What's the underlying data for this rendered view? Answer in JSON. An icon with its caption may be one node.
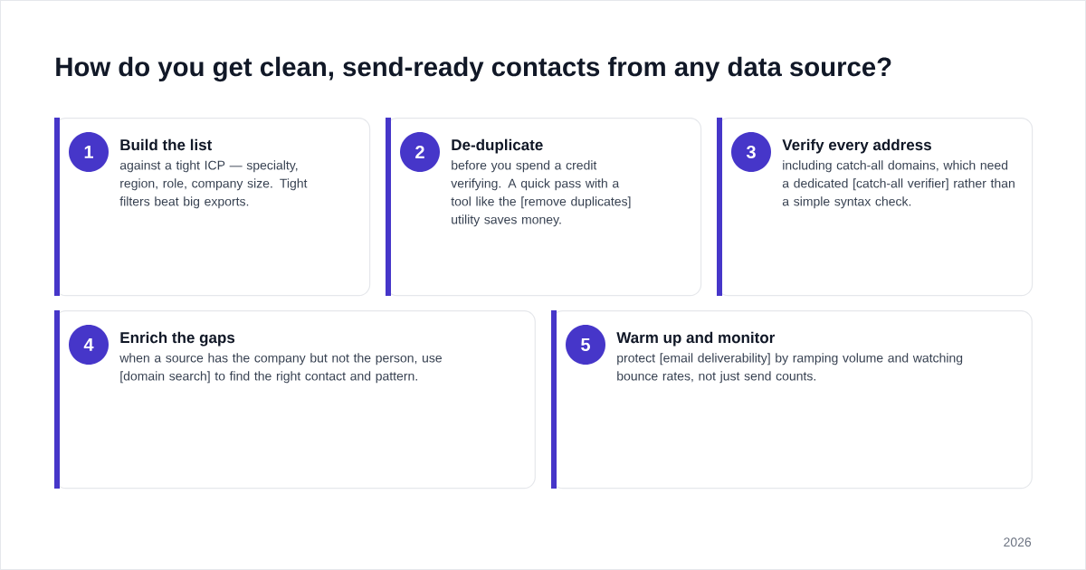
{
  "diagram": {
    "title": "How do you get clean, send-ready contacts from any data source?",
    "nodes": [
      {
        "text": [
          "Build the list",
          "against a tight ICP — specialty, region, role, company size. Tight filters beat big exports."
        ]
      },
      {
        "text": [
          "1"
        ],
        "in": 0
      },
      {
        "text": [
          "De-duplicate",
          "before you spend a credit verifying. A quick pass with a tool like the [remove duplicates] utility saves money."
        ]
      },
      {
        "text": [
          "2"
        ],
        "in": 2
      },
      {
        "text": [
          "Verify every address",
          "including catch-all domains, which need a dedicated [catch-all verifier] rather than a simple syntax check."
        ]
      },
      {
        "text": [
          "3"
        ],
        "in": 4
      },
      {
        "text": [
          "Enrich the gaps",
          "when a source has the company but not the person, use [domain search] to find the right contact and pattern."
        ]
      },
      {
        "text": [
          "4"
        ],
        "in": 6
      },
      {
        "text": [
          "Warm up and monitor",
          "protect [email deliverability] by ramping volume and watching bounce rates, not just send counts."
        ]
      },
      {
        "text": [
          "5"
        ],
        "in": 8
      }
    ],
    "labels": [
      "2026"
    ]
  }
}
